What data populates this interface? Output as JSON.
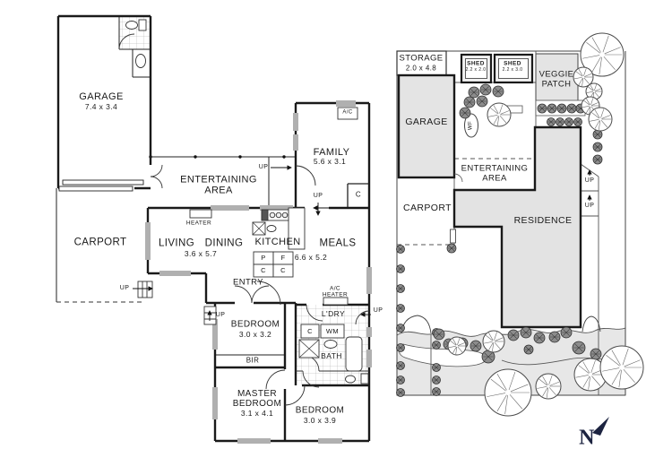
{
  "floorplan": {
    "rooms": {
      "garage": {
        "label": "GARAGE",
        "dims": "7.4 x 3.4"
      },
      "carport": {
        "label": "CARPORT"
      },
      "entertaining": {
        "label": "ENTERTAINING AREA"
      },
      "family": {
        "label": "FAMILY",
        "dims": "5.6 x 3.1"
      },
      "living": {
        "label": "LIVING"
      },
      "dining": {
        "label": "DINING"
      },
      "living_dining_dims": "3.6 x 5.7",
      "kitchen": {
        "label": "KITCHEN"
      },
      "meals": {
        "label": "MEALS",
        "dims": "6.6 x 5.2"
      },
      "entry": {
        "label": "ENTRY"
      },
      "bedroom1": {
        "label": "BEDROOM",
        "dims": "3.0 x 3.2"
      },
      "master_bedroom": {
        "label": "MASTER BEDROOM",
        "dims": "3.1 x 4.1"
      },
      "bedroom2": {
        "label": "BEDROOM",
        "dims": "3.0 x 3.9"
      },
      "laundry": {
        "label": "L'DRY"
      },
      "bath": {
        "label": "BATH"
      },
      "bir": {
        "label": "BIR"
      }
    },
    "fixtures": {
      "heater": "HEATER",
      "ac": "A/C",
      "ac_heater_line1": "A/C",
      "ac_heater_line2": "HEATER",
      "wm": "WM",
      "cupboard": "C",
      "pantry": "P",
      "fridge": "F",
      "up": "UP"
    }
  },
  "siteplan": {
    "storage": {
      "label": "STORAGE",
      "dims": "2.0 x 4.8"
    },
    "garage": {
      "label": "GARAGE"
    },
    "shed_small": {
      "label": "SHED",
      "dims": "2.2 x 2.0"
    },
    "shed_large": {
      "label": "SHED",
      "dims": "2.2 x 3.0"
    },
    "veggie_patch": {
      "label": "VEGGIE PATCH"
    },
    "entertaining": {
      "label": "ENTERTAINING AREA"
    },
    "carport": {
      "label": "CARPORT"
    },
    "residence": {
      "label": "RESIDENCE"
    },
    "water_feature": {
      "label": "WF"
    },
    "up": "UP"
  },
  "compass": {
    "label": "N"
  },
  "colors": {
    "wall": "#1a1a1a",
    "window": "#b0b0b0",
    "fill_light": "#e4e4e4",
    "compass": "#1c2340",
    "shrub": "#8c8c8c"
  }
}
